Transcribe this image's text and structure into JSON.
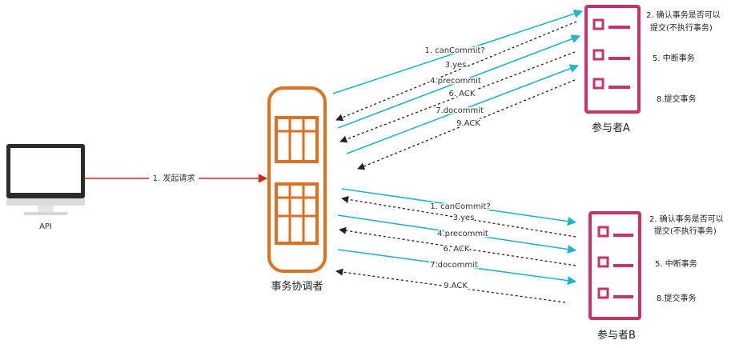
{
  "colors": {
    "request_arrow": "#e0201b",
    "send_arrow": "#1ab8c8",
    "reply_arrow": "#222222",
    "coordinator": "#e07020",
    "participant": "#c9326a",
    "monitor": "#222222"
  },
  "icons": {
    "client": "monitor-icon",
    "coordinator": "server-icon",
    "participant": "checklist-icon"
  },
  "client": {
    "label": "API"
  },
  "request": {
    "label": "1. 发起请求"
  },
  "coordinator": {
    "label": "事务协调者"
  },
  "participant_a": {
    "label": "参与者A",
    "notes": [
      "2. 确认事务是否可以",
      "提交(不执行事务)",
      "5. 中断事务",
      "8.提交事务"
    ]
  },
  "participant_b": {
    "label": "参与者B",
    "notes": [
      "2. 确认事务是否可以",
      "提交(不执行事务)",
      "5. 中断事务",
      "8.提交事务"
    ]
  },
  "messages_a": [
    {
      "label": "1. canCommit?",
      "direction": "to-participant"
    },
    {
      "label": "3.yes",
      "direction": "to-coordinator"
    },
    {
      "label": "4.precommit",
      "direction": "to-participant"
    },
    {
      "label": "6. ACK",
      "direction": "to-coordinator"
    },
    {
      "label": "7.docommit",
      "direction": "to-participant"
    },
    {
      "label": "9.ACK",
      "direction": "to-coordinator"
    }
  ],
  "messages_b": [
    {
      "label": "1. canCommit?",
      "direction": "to-participant"
    },
    {
      "label": "3.yes",
      "direction": "to-coordinator"
    },
    {
      "label": "4.precommit",
      "direction": "to-participant"
    },
    {
      "label": "6. ACK",
      "direction": "to-coordinator"
    },
    {
      "label": "7.docommit",
      "direction": "to-participant"
    },
    {
      "label": "9.ACK",
      "direction": "to-coordinator"
    }
  ]
}
